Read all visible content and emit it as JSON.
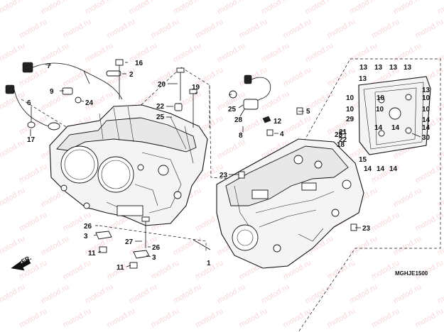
{
  "watermark_text": "motod.ru",
  "diagram_code": "MGHJE1500",
  "direction_label": "FR.",
  "callouts": [
    "1",
    "2",
    "3",
    "4",
    "5",
    "6",
    "7",
    "8",
    "9",
    "10",
    "11",
    "12",
    "13",
    "14",
    "15",
    "16",
    "17",
    "18",
    "19",
    "20",
    "21",
    "22",
    "23",
    "24",
    "25",
    "26",
    "27",
    "28",
    "29",
    "30"
  ]
}
